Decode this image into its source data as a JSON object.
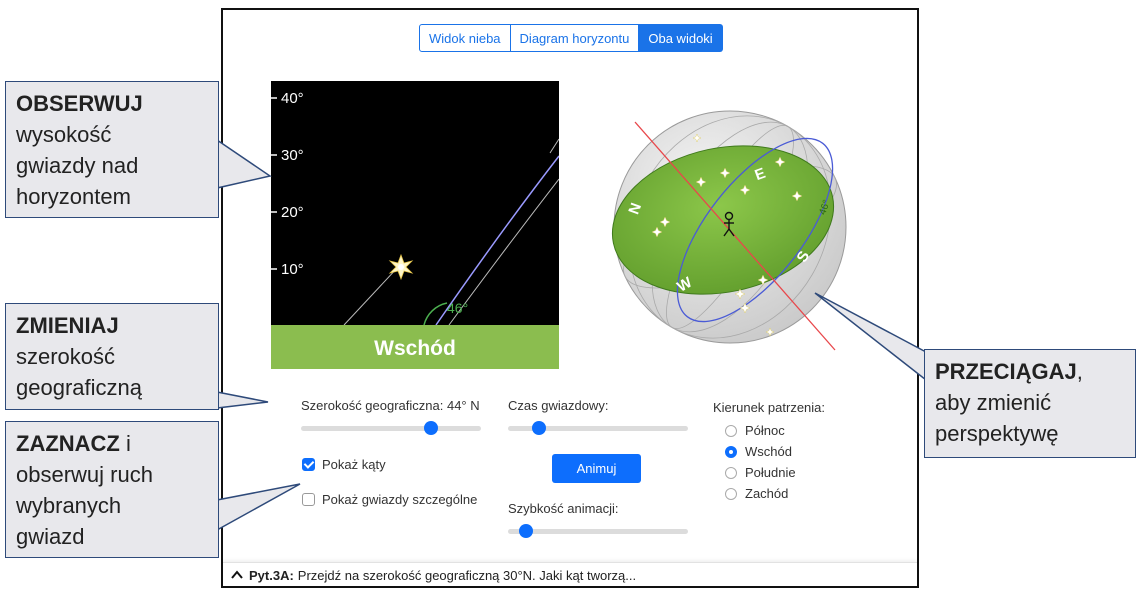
{
  "tabs": [
    {
      "label": "Widok nieba",
      "active": false
    },
    {
      "label": "Diagram horyzontu",
      "active": false
    },
    {
      "label": "Oba widoki",
      "active": true
    }
  ],
  "sky_view": {
    "altitude_labels": [
      "40°",
      "30°",
      "20°",
      "10°"
    ],
    "angle_label": "46°",
    "horizon_label": "Wschód",
    "colors": {
      "sky": "#000000",
      "ground": "#8bbd4f",
      "path": "#7b7bf0",
      "angle": "#4caf50"
    }
  },
  "sphere_view": {
    "compass": [
      "N",
      "E",
      "S",
      "W"
    ],
    "angle_label": "46°"
  },
  "controls": {
    "latitude_label": "Szerokość geograficzna: 44° N",
    "latitude_fraction": 0.72,
    "sidereal_label": "Czas gwiazdowy:",
    "sidereal_fraction": 0.17,
    "animate_button": "Animuj",
    "speed_label": "Szybkość animacji:",
    "speed_fraction": 0.1,
    "show_angles": {
      "label": "Pokaż kąty",
      "checked": true
    },
    "show_special_stars": {
      "label": "Pokaż gwiazdy szczególne",
      "checked": false
    },
    "direction": {
      "label": "Kierunek patrzenia:",
      "options": [
        {
          "label": "Północ",
          "checked": false
        },
        {
          "label": "Wschód",
          "checked": true
        },
        {
          "label": "Południe",
          "checked": false
        },
        {
          "label": "Zachód",
          "checked": false
        }
      ]
    }
  },
  "question_bar": {
    "label": "Pyt.3A:",
    "text": "Przejdź na szerokość geograficzną 30°N. Jaki kąt tworzą..."
  },
  "callouts": {
    "observe": {
      "bold": "OBSERWUJ",
      "rest": [
        "wysokość",
        "gwiazdy nad",
        "horyzontem"
      ]
    },
    "change": {
      "bold": "ZMIENIAJ",
      "rest": [
        "szerokość",
        "geograficzną"
      ]
    },
    "check": {
      "bold": "ZAZNACZ",
      "after_bold": " i",
      "rest": [
        "obserwuj ruch",
        "wybranych",
        "gwiazd"
      ]
    },
    "drag": {
      "bold": "PRZECIĄGAJ",
      "after_bold": ",",
      "rest": [
        "aby zmienić",
        "perspektywę"
      ]
    }
  },
  "colors": {
    "accent": "#0d6efd",
    "callout_bg": "#e8e8ec",
    "callout_border": "#2e4a7a"
  }
}
